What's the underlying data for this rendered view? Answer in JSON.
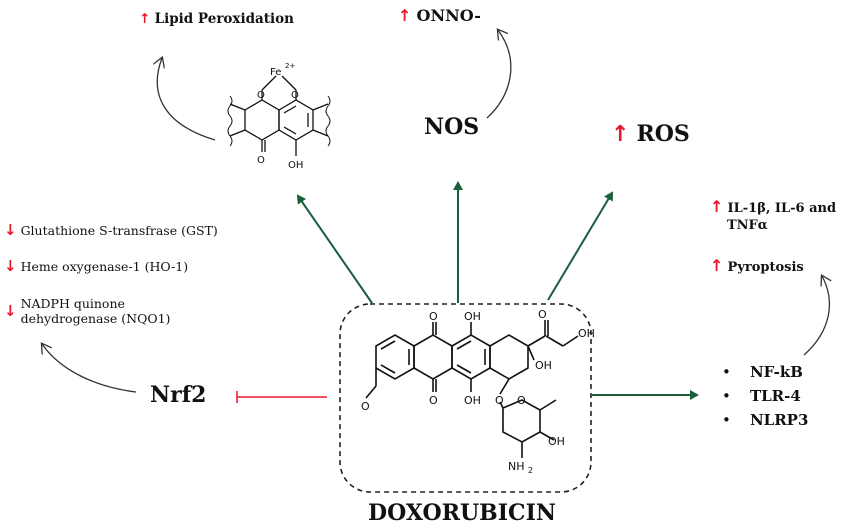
{
  "center": {
    "title": "DOXORUBICIN"
  },
  "top_left": {
    "label": "Lipid Peroxidation",
    "chelate_ion": "Fe",
    "chelate_charge": "2+"
  },
  "top_middle": {
    "nos": "NOS",
    "onno": "ONNO-"
  },
  "top_right": {
    "ros": "ROS"
  },
  "right": {
    "cytokines_line1": "IL-1β, IL-6 and",
    "cytokines_line2": "TNFα",
    "pyroptosis": "Pyroptosis",
    "bullets": [
      "NF-kB",
      "TLR-4",
      "NLRP3"
    ]
  },
  "left": {
    "nrf2": "Nrf2",
    "items": [
      "Glutathione S-transfrase (GST)",
      "Heme oxygenase-1 (HO-1)",
      "NADPH quinone",
      "dehydrogenase (NQO1)"
    ]
  },
  "molecule_labels": {
    "o": "O",
    "oh": "OH",
    "nh2": "NH",
    "nh2_sub": "2"
  },
  "colors": {
    "activation_arrow": "#1b5e3a",
    "inhibition": "#e8192c",
    "up_down_arrow": "#e8192c",
    "curve_arrow": "#333333"
  },
  "icons": {
    "increase": "red-up-arrow-icon",
    "decrease": "red-down-arrow-icon"
  }
}
